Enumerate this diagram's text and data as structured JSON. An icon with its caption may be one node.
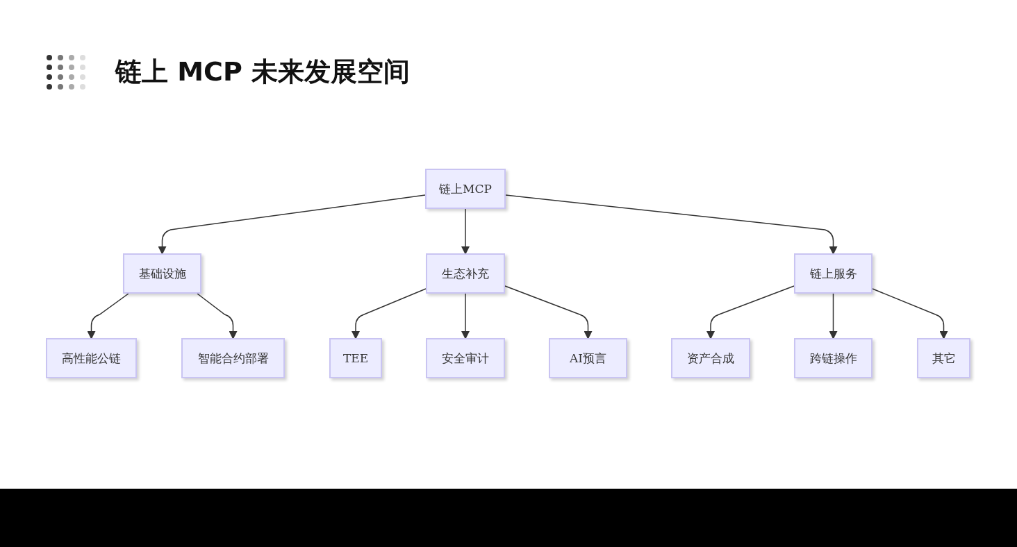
{
  "diagram": {
    "title": "链上 MCP 未来发展空间",
    "nodes": [
      {
        "text": [
          "链上MCP"
        ]
      },
      {
        "text": [
          "基础设施"
        ]
      },
      {
        "text": [
          "生态补充"
        ]
      },
      {
        "text": [
          "链上服务"
        ]
      },
      {
        "text": [
          "高性能公链"
        ]
      },
      {
        "text": [
          "智能合约部署"
        ]
      },
      {
        "text": [
          "TEE"
        ]
      },
      {
        "text": [
          "安全审计"
        ]
      },
      {
        "text": [
          "AI预言"
        ]
      },
      {
        "text": [
          "资产合成"
        ]
      },
      {
        "text": [
          "跨链操作"
        ]
      },
      {
        "text": [
          "其它"
        ]
      }
    ],
    "edges": [
      {
        "from": 0,
        "to": 1,
        "arrow": "to"
      },
      {
        "from": 0,
        "to": 2,
        "arrow": "to"
      },
      {
        "from": 0,
        "to": 3,
        "arrow": "to"
      },
      {
        "from": 1,
        "to": 4,
        "arrow": "to"
      },
      {
        "from": 1,
        "to": 5,
        "arrow": "to"
      },
      {
        "from": 2,
        "to": 6,
        "arrow": "to"
      },
      {
        "from": 2,
        "to": 7,
        "arrow": "to"
      },
      {
        "from": 2,
        "to": 8,
        "arrow": "to"
      },
      {
        "from": 3,
        "to": 9,
        "arrow": "to"
      },
      {
        "from": 3,
        "to": 10,
        "arrow": "to"
      },
      {
        "from": 3,
        "to": 11,
        "arrow": "to"
      }
    ]
  }
}
